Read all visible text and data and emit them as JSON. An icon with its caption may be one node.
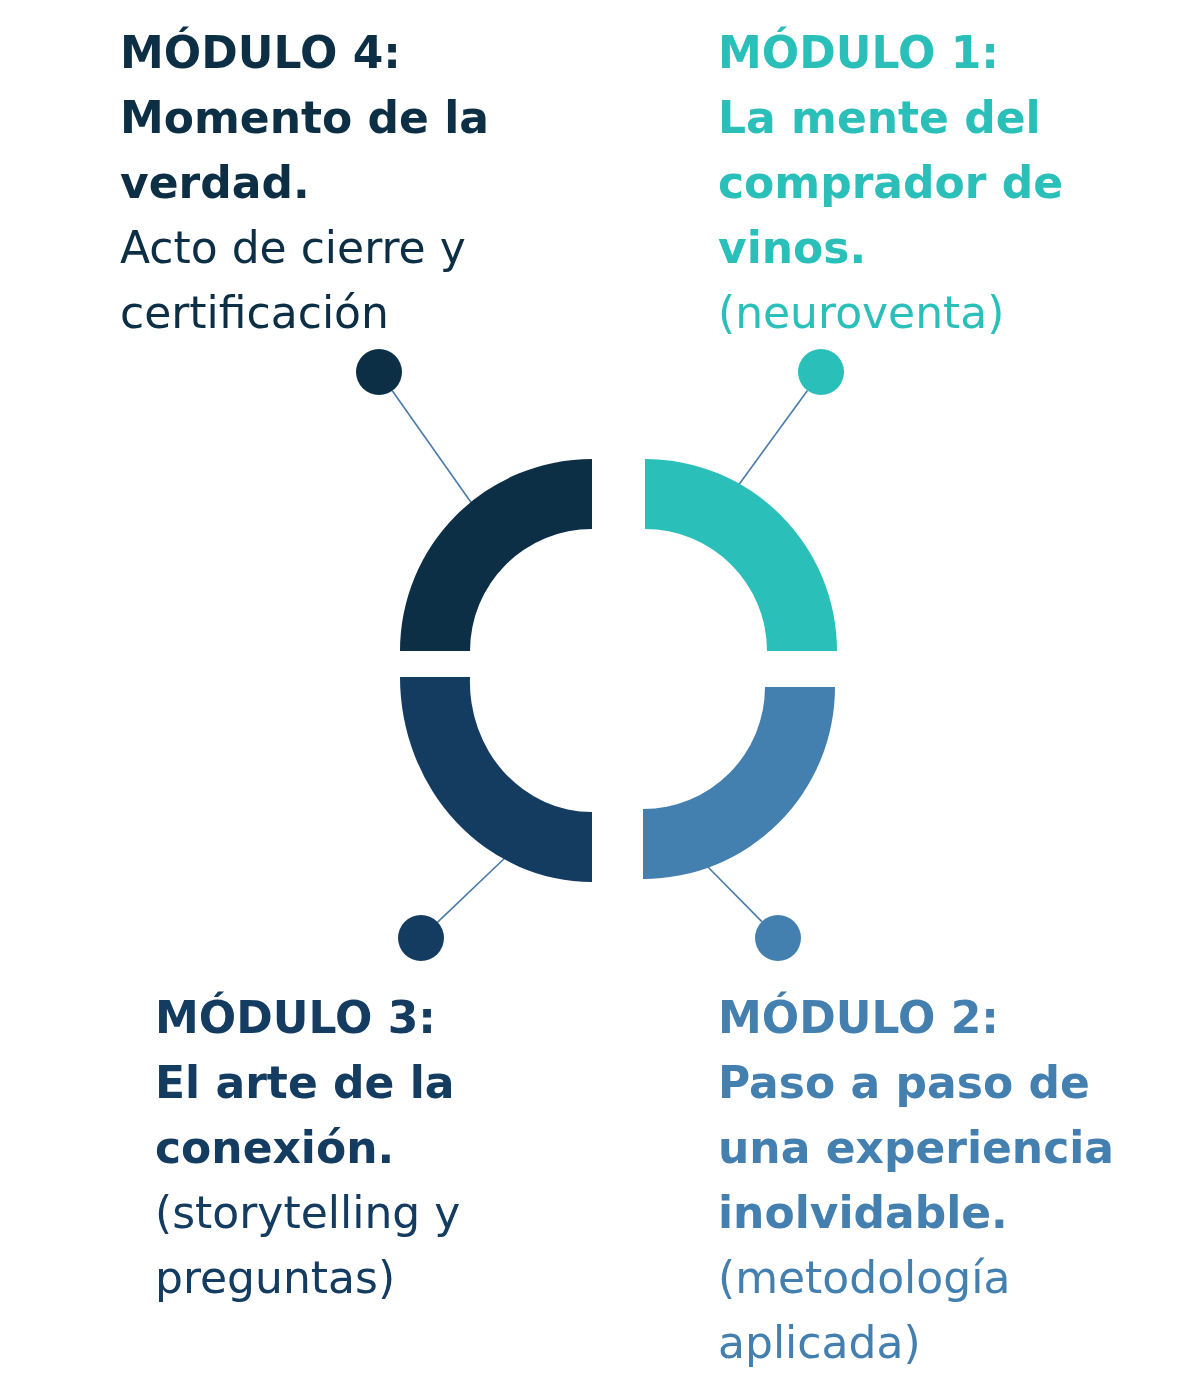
{
  "diagram": {
    "nodes": [
      {
        "text": [
          "MÓDULO 4:",
          "Momento de la verdad.",
          "Acto de cierre y certificación"
        ]
      },
      {
        "text": [
          "MÓDULO 1:",
          "La mente del comprador de vinos.",
          "(neuroventa)"
        ]
      },
      {
        "text": [],
        "shape": "circle"
      },
      {
        "text": [],
        "shape": "circle"
      },
      {
        "text": [],
        "shape": "arc"
      },
      {
        "text": [],
        "shape": "arc"
      },
      {
        "text": [],
        "shape": "arc"
      },
      {
        "text": [],
        "shape": "arc"
      },
      {
        "text": [],
        "shape": "circle"
      },
      {
        "text": [],
        "shape": "circle"
      },
      {
        "text": [
          "MÓDULO 3:",
          "El arte de la conexión.",
          "(storytelling y preguntas)"
        ]
      },
      {
        "text": [
          "MÓDULO 2:",
          "Paso a paso de una experiencia inolvidable.",
          "(metodología aplicada)"
        ]
      }
    ],
    "edges": [
      {
        "from": 4,
        "to": 2,
        "arrow": "none"
      },
      {
        "from": 5,
        "to": 3,
        "arrow": "none"
      },
      {
        "from": 6,
        "to": 8,
        "arrow": "none"
      },
      {
        "from": 7,
        "to": 9,
        "arrow": "none"
      }
    ]
  }
}
